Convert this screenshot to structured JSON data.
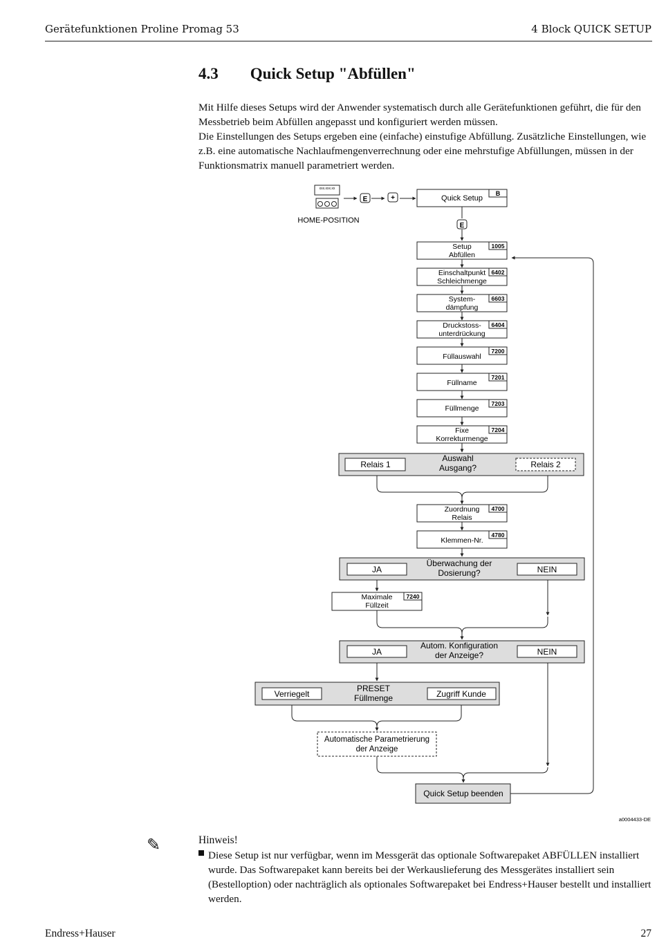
{
  "header": {
    "left": "Gerätefunktionen Proline Promag 53",
    "right": "4  Block QUICK SETUP"
  },
  "section": {
    "title": "4.3        Quick Setup \"Abfüllen\"",
    "paragraph1": "Mit Hilfe dieses Setups wird der Anwender systematisch durch alle Gerätefunktionen geführt, die für den Messbetrieb beim Abfüllen angepasst und konfiguriert werden müssen.",
    "paragraph2": "Die Einstellungen des Setups ergeben eine (einfache) einstufige Abfüllung. Zusätzliche Einstellungen, wie z.B. eine automatische Nachlaufmengenverrechnung oder eine mehrstufige Abfüllungen, müssen in der Funktionsmatrix manuell parametriert werden."
  },
  "diagram": {
    "home_position": "HOME-POSITION",
    "display_text": "xxx.xxx.xx",
    "key_e": "E",
    "key_plus": "+",
    "quick_setup": {
      "label": "Quick Setup",
      "code": "B"
    },
    "steps": [
      {
        "line1": "Setup",
        "line2": "Abfüllen",
        "code": "1005"
      },
      {
        "line1": "Einschaltpunkt",
        "line2": "Schleichmenge",
        "code": "6402"
      },
      {
        "line1": "System-",
        "line2": "dämpfung",
        "code": "6603"
      },
      {
        "line1": "Druckstoss-",
        "line2": "unterdrückung",
        "code": "6404"
      },
      {
        "line1": "Füllauswahl",
        "line2": "",
        "code": "7200"
      },
      {
        "line1": "Füllname",
        "line2": "",
        "code": "7201"
      },
      {
        "line1": "Füllmenge",
        "line2": "",
        "code": "7203"
      },
      {
        "line1": "Fixe",
        "line2": "Korrekturmenge",
        "code": "7204"
      }
    ],
    "decision_output": {
      "line1": "Auswahl",
      "line2": "Ausgang?",
      "left": "Relais 1",
      "right": "Relais 2"
    },
    "steps2": [
      {
        "line1": "Zuordnung",
        "line2": "Relais",
        "code": "4700"
      },
      {
        "line1": "Klemmen-Nr.",
        "line2": "",
        "code": "4780"
      }
    ],
    "decision_monitor": {
      "line1": "Überwachung der",
      "line2": "Dosierung?",
      "left": "JA",
      "right": "NEIN"
    },
    "max_time": {
      "line1": "Maximale",
      "line2": "Füllzeit",
      "code": "7240"
    },
    "decision_display": {
      "line1": "Autom. Konfiguration",
      "line2": "der Anzeige?",
      "left": "JA",
      "right": "NEIN"
    },
    "decision_preset": {
      "line1": "PRESET",
      "line2": "Füllmenge",
      "left": "Verriegelt",
      "right": "Zugriff Kunde"
    },
    "auto_param": {
      "line1": "Automatische Parametrierung",
      "line2": "der Anzeige"
    },
    "end": "Quick Setup beenden",
    "figure_id": "a0004433-DE"
  },
  "note": {
    "title": "Hinweis!",
    "body": "Diese Setup ist nur verfügbar, wenn im Messgerät das optionale Softwarepaket ABFÜLLEN installiert wurde. Das Softwarepaket kann bereits bei der Werkauslieferung des Messgerätes installiert sein (Bestelloption) oder nachträglich als optionales Softwarepaket bei Endress+Hauser bestellt und installiert werden."
  },
  "footer": {
    "left": "Endress+Hauser",
    "right": "27"
  }
}
